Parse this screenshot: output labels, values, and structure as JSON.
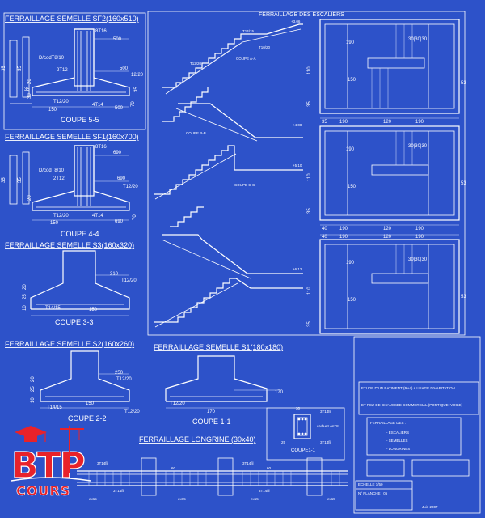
{
  "footings": {
    "sf2": {
      "title": "FERRAILLAGE SEMELLE SF2(160x510)",
      "cut": "COUPE 5-5",
      "labels": [
        "8T16",
        "500",
        "D/codT8/10",
        "2T12",
        "500",
        "12/20",
        "T12/20",
        "4T14",
        "500",
        "150",
        "35",
        "35",
        "35",
        "20",
        "70",
        "30",
        "35"
      ]
    },
    "sf1": {
      "title": "FERRAILLAGE SEMELLE SF1(160x700)",
      "cut": "COUPE 4-4",
      "labels": [
        "8T16",
        "690",
        "D/codT8/10",
        "2T12",
        "690",
        "T12/20",
        "T12/20",
        "4T14",
        "690",
        "150",
        "35",
        "35",
        "20",
        "70"
      ]
    },
    "s3": {
      "title": "FERRAILLAGE SEMELLE S3(160x320)",
      "cut": "COUPE 3-3",
      "labels": [
        "310",
        "T12/20",
        "T14/15",
        "150",
        "10",
        "25",
        "20"
      ]
    },
    "s2": {
      "title": "FERRAILLAGE SEMELLE S2(160x260)",
      "cut": "COUPE 2-2",
      "labels": [
        "250",
        "T12/20",
        "T14/15",
        "150",
        "10",
        "25",
        "20"
      ]
    },
    "s1": {
      "title": "FERRAILLAGE SEMELLE S1(180x180)",
      "cut": "COUPE 1-1",
      "labels": [
        "170",
        "T12/20",
        "170"
      ]
    }
  },
  "stairs": {
    "title": "FERRAILLAGE DES ESCALIERS",
    "labels": [
      "T14/15",
      "T12/20",
      "T10/20",
      "COUPE A-A",
      "COUPE B-B",
      "COUPE C-C",
      "+3.06",
      "+4.08",
      "+5.10",
      "+6.12"
    ]
  },
  "plans": {
    "row1": [
      "190",
      "30|30|30",
      "150",
      "190",
      "120",
      "190",
      "35",
      "53",
      "110",
      "35"
    ],
    "row2": [
      "190",
      "30|30|30",
      "150",
      "190",
      "120",
      "190",
      "40",
      "53",
      "110",
      "35"
    ],
    "row3": [
      "190",
      "30|30|30",
      "150",
      "190",
      "120",
      "190",
      "40",
      "53",
      "110",
      "35"
    ]
  },
  "beam": {
    "title": "FERRAILLAGE LONGRINE (30x40)",
    "labels": [
      "3T14fil",
      "3T14fil",
      "3T14fil",
      "3T14fil",
      "60",
      "60",
      "ex15",
      "ex15",
      "ex15",
      "ex15"
    ]
  },
  "section": {
    "cut": "COUPE1-1",
    "labels": [
      "3T14fil",
      "cad+etr enT8",
      "3T14fil",
      "25",
      "30"
    ]
  },
  "title_block": {
    "line1": "ETUDE D'UN BATIMENT (R+4) A USAGE D'HABITATION",
    "line2": "ET REZ-DE-CHAUSSEE COMMERCIAL (PORTIQUE+VOILE)",
    "box_title": "FERRAILLAGE DES :",
    "items": [
      "- ESCALIERS",
      "- SEMELLES",
      "- LONGRINES"
    ],
    "scale": "ECHELLE 1/50",
    "sheet": "N° PLANCHE : 05",
    "date": "Juin 2007"
  },
  "logo": {
    "mark": "BTP",
    "sub": "COURS"
  },
  "colors": {
    "background": "#2d52c9",
    "lines": "#ffffff",
    "logo": "#e8222a"
  }
}
